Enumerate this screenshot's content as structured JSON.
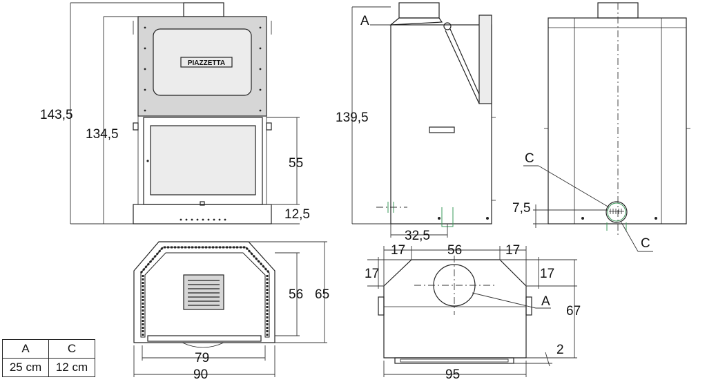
{
  "brand": "PIAZZETTA",
  "front_view": {
    "height_total": "143,5",
    "height_body": "134,5",
    "door_height": "55",
    "base_height": "12,5"
  },
  "side_view": {
    "height": "139,5",
    "flue_label": "A",
    "depth_offset": "32,5"
  },
  "rear_view": {
    "air_inlet_label_top": "C",
    "air_inlet_label_bottom": "C",
    "inlet_height": "7,5"
  },
  "firebox_plan": {
    "inner_depth": "56",
    "outer_depth": "65",
    "inner_width": "79",
    "outer_width": "90"
  },
  "top_plan": {
    "side_left": "17",
    "center": "56",
    "side_right": "17",
    "depth_left": "17",
    "depth_right": "17",
    "flue_label": "A",
    "depth_total": "67",
    "back_offset": "2",
    "width_total": "95"
  },
  "legend": {
    "headers": [
      "A",
      "C"
    ],
    "values": [
      "25 cm",
      "12 cm"
    ]
  }
}
